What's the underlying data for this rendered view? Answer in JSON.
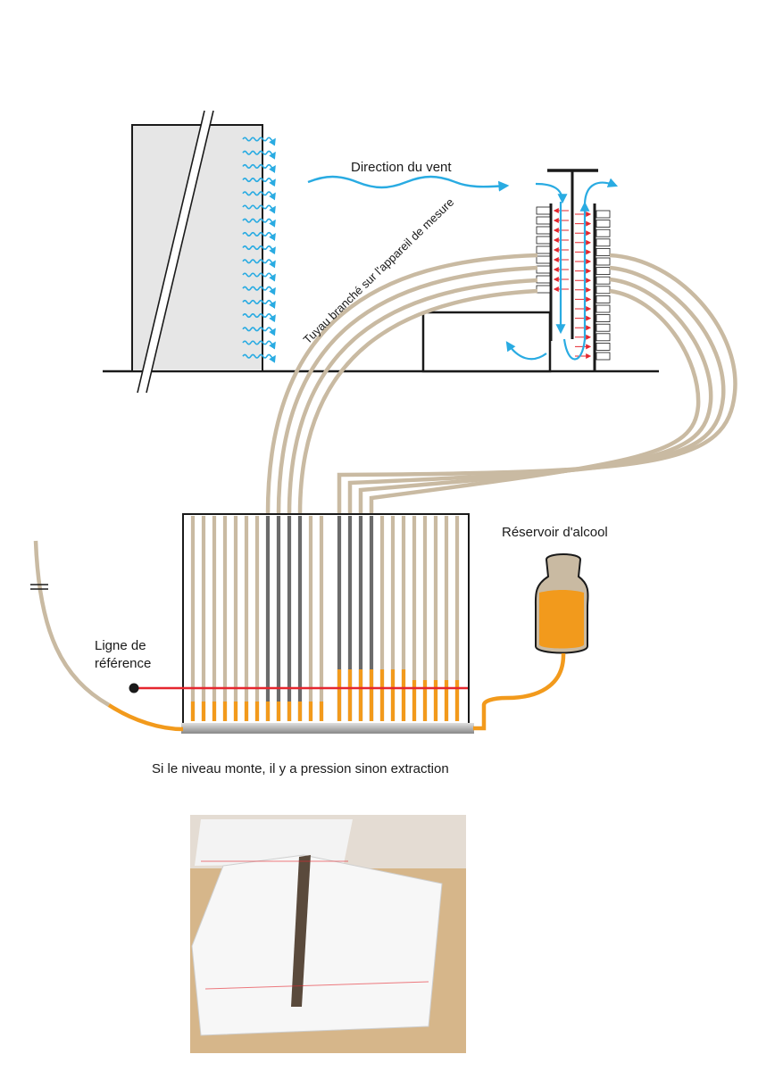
{
  "labels": {
    "wind_direction": "Direction du vent",
    "tube": "Tuyau branché sur l'appareil de mesure",
    "reservoir": "Réservoir d'alcool",
    "reference_line_1": "Ligne de",
    "reference_line_2": "référence",
    "caption": "Si le niveau monte, il y a pression sinon extraction"
  },
  "manometer": {
    "tube_states": [
      "empty",
      "empty",
      "empty",
      "empty",
      "empty",
      "empty",
      "empty",
      "pressure",
      "pressure",
      "pressure",
      "pressure",
      "pressure",
      "pressure",
      "pressure",
      "pressure",
      "pressure",
      "pressure",
      "pressure",
      "pressure",
      "pressure"
    ]
  },
  "colors": {
    "tube": "#c9baa2",
    "alcohol": "#f29a1c",
    "wind": "#29abe2",
    "reference": "#e5262e",
    "building": "#e6e6e6"
  }
}
